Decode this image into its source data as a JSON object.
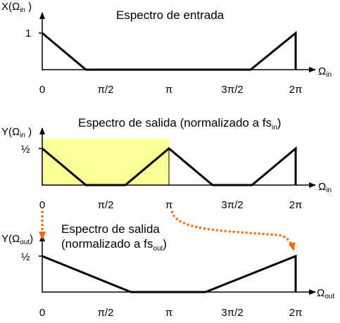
{
  "panel1": {
    "title": "Espectro de entrada",
    "y_axis_label": "X(Ω",
    "y_axis_sub": "in",
    "y_axis_close": " )",
    "x_axis_label": "Ω",
    "x_axis_sub": "in",
    "y_tick": "1",
    "x_ticks": [
      "0",
      "π/2",
      "π",
      "3π/2",
      "2π"
    ]
  },
  "panel2": {
    "title": "Espectro de salida (normalizado a fs",
    "title_sub": "in",
    "title_close": ")",
    "y_axis_label": "Y(Ω",
    "y_axis_sub": "in",
    "y_axis_close": " )",
    "x_axis_label": "Ω",
    "x_axis_sub": "in",
    "y_tick": "½",
    "x_ticks": [
      "0",
      "π/2",
      "π",
      "3π/2",
      "2π"
    ],
    "highlight_color": "#ffff99"
  },
  "panel3": {
    "title_line1": "Espectro de salida",
    "title_line2": "(normalizado a fs",
    "title_sub": "out",
    "title_close": ")",
    "y_axis_label": "Y(Ω",
    "y_axis_sub": "out",
    "y_axis_close": ")",
    "x_axis_label": "Ω",
    "x_axis_sub": "out",
    "y_tick": "½",
    "x_ticks": [
      "0",
      "π/2",
      "π",
      "3π/2",
      "2π"
    ]
  },
  "arrow_color": "#ff6600"
}
